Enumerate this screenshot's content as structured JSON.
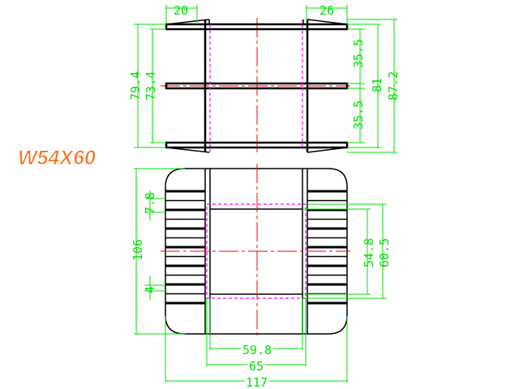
{
  "title": "W54X60",
  "top_view": {
    "dim_left_width": "20",
    "dim_right_width": "26",
    "dim_upper_half": "35.5",
    "dim_lower_half": "35.5",
    "dim_height_81": "81",
    "dim_height_87_2": "87.2",
    "dim_outer_left": "79.4",
    "dim_inner_left": "73.4"
  },
  "bottom_view": {
    "dim_height": "106",
    "dim_fin_gap": "7.8",
    "dim_fin_thickness": "4",
    "dim_window_inner": "54.8",
    "dim_window_outer": "60.5",
    "dim_width_inner": "59.8",
    "dim_width_mid": "65",
    "dim_width_total": "117"
  },
  "colors": {
    "dimension": "#00e000",
    "centerline": "#ff0000",
    "hidden": "#ff00ff",
    "title": "#ff6a10"
  }
}
